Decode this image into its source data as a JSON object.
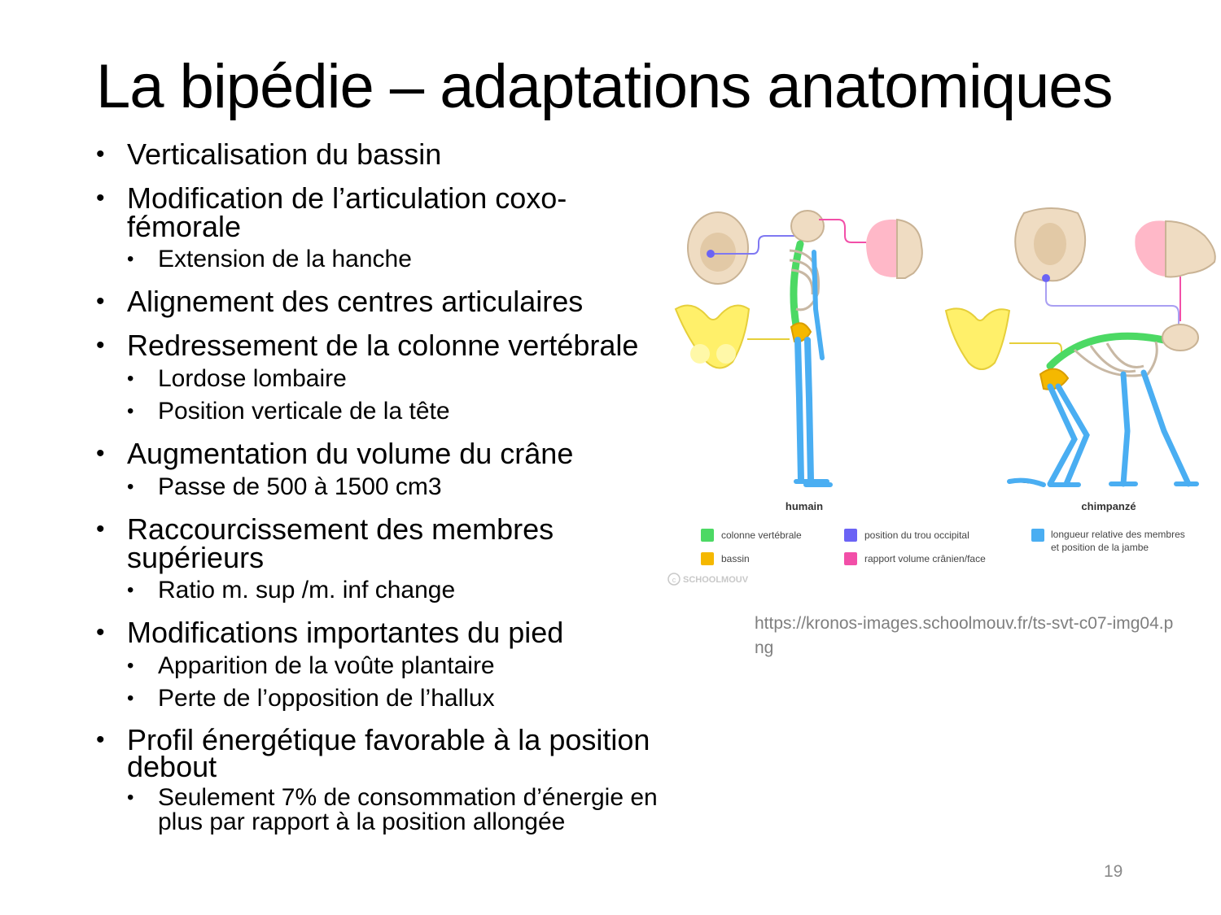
{
  "slide": {
    "title": "La bipédie – adaptations anatomiques",
    "page_number": "19"
  },
  "bullets": [
    {
      "text": "Verticalisation du bassin",
      "sub": []
    },
    {
      "text": "Modification de l’articulation coxo-fémorale",
      "sub": [
        "Extension de la hanche"
      ]
    },
    {
      "text": "Alignement des centres articulaires",
      "sub": []
    },
    {
      "text": "Redressement de la colonne vertébrale",
      "sub": [
        "Lordose lombaire",
        "Position verticale de la tête"
      ]
    },
    {
      "text": "Augmentation du volume du crâne",
      "sub": [
        "Passe de 500 à 1500 cm3"
      ]
    },
    {
      "text": "Raccourcissement des membres supérieurs",
      "sub": [
        "Ratio m. sup /m. inf change"
      ]
    },
    {
      "text": "Modifications importantes du pied",
      "sub": [
        "Apparition de la voûte plantaire",
        "Perte de l’opposition de l’hallux"
      ]
    },
    {
      "text": "Profil énergétique favorable à la position debout",
      "sub": [
        "Seulement 7% de consommation d’énergie en plus par rapport à la position allongée"
      ]
    }
  ],
  "figure": {
    "label_human": "humain",
    "label_chimp": "chimpanzé",
    "watermark": "SCHOOLMOUV",
    "legend": [
      {
        "text": "colonne vertébrale",
        "color": "#4cd964"
      },
      {
        "text": "bassin",
        "color": "#f5b800"
      },
      {
        "text": "position du trou occipital",
        "color": "#6b63f5"
      },
      {
        "text": "rapport volume crânien/face",
        "color": "#f24fa8"
      },
      {
        "text": "longueur relative des membres",
        "text2": "et position de la jambe",
        "color": "#4aaef2"
      }
    ],
    "caption": "https://kronos-images.schoolmouv.fr/ts-svt-c07-img04.png"
  }
}
